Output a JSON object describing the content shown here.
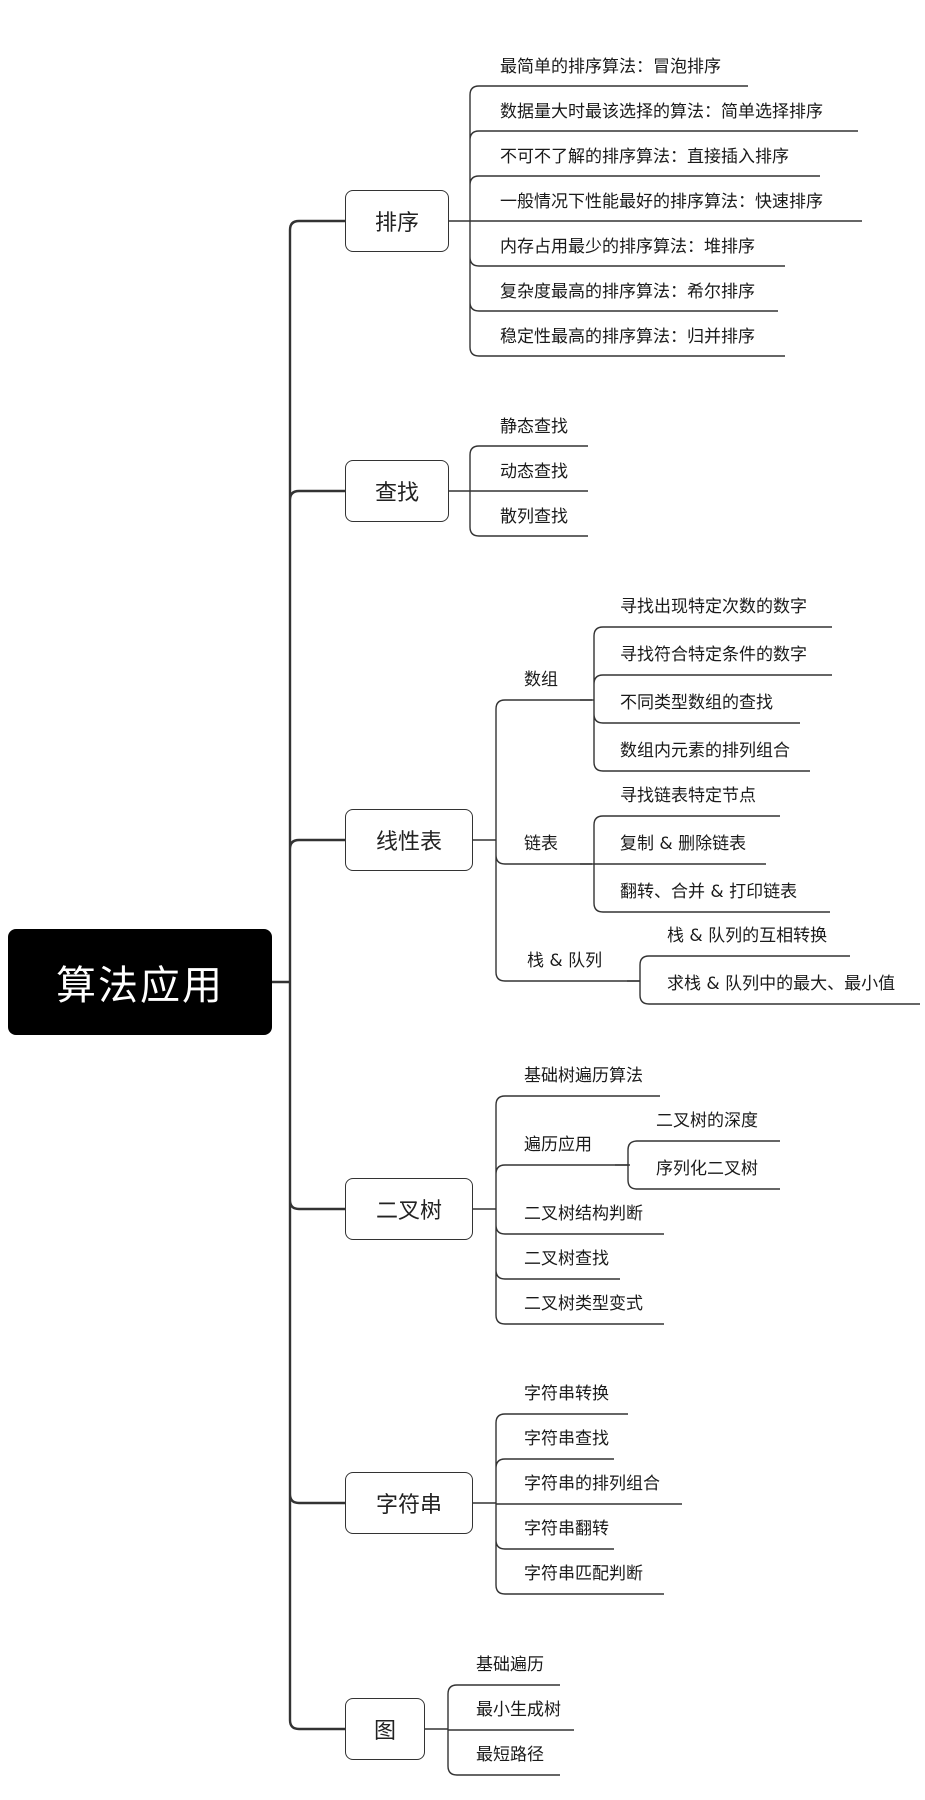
{
  "root": "算法应用",
  "branches": [
    {
      "label": "排序",
      "items": [
        "最简单的排序算法：冒泡排序",
        "数据量大时最该选择的算法：简单选择排序",
        "不可不了解的排序算法：直接插入排序",
        "一般情况下性能最好的排序算法：快速排序",
        "内存占用最少的排序算法：堆排序",
        "复杂度最高的排序算法：希尔排序",
        "稳定性最高的排序算法：归并排序"
      ]
    },
    {
      "label": "查找",
      "items": [
        "静态查找",
        "动态查找",
        "散列查找"
      ]
    },
    {
      "label": "线性表",
      "groups": [
        {
          "label": "数组",
          "items": [
            "寻找出现特定次数的数字",
            "寻找符合特定条件的数字",
            "不同类型数组的查找",
            "数组内元素的排列组合"
          ]
        },
        {
          "label": "链表",
          "items": [
            "寻找链表特定节点",
            "复制 & 删除链表",
            "翻转、合并 & 打印链表"
          ]
        },
        {
          "label": "栈 & 队列",
          "items": [
            "栈 & 队列的互相转换",
            "求栈 & 队列中的最大、最小值"
          ]
        }
      ]
    },
    {
      "label": "二叉树",
      "entries": [
        {
          "label": "基础树遍历算法"
        },
        {
          "label": "遍历应用",
          "items": [
            "二叉树的深度",
            "序列化二叉树"
          ]
        },
        {
          "label": "二叉树结构判断"
        },
        {
          "label": "二叉树查找"
        },
        {
          "label": "二叉树类型变式"
        }
      ]
    },
    {
      "label": "字符串",
      "items": [
        "字符串转换",
        "字符串查找",
        "字符串的排列组合",
        "字符串翻转",
        "字符串匹配判断"
      ]
    },
    {
      "label": "图",
      "items": [
        "基础遍历",
        "最小生成树",
        "最短路径"
      ]
    }
  ]
}
